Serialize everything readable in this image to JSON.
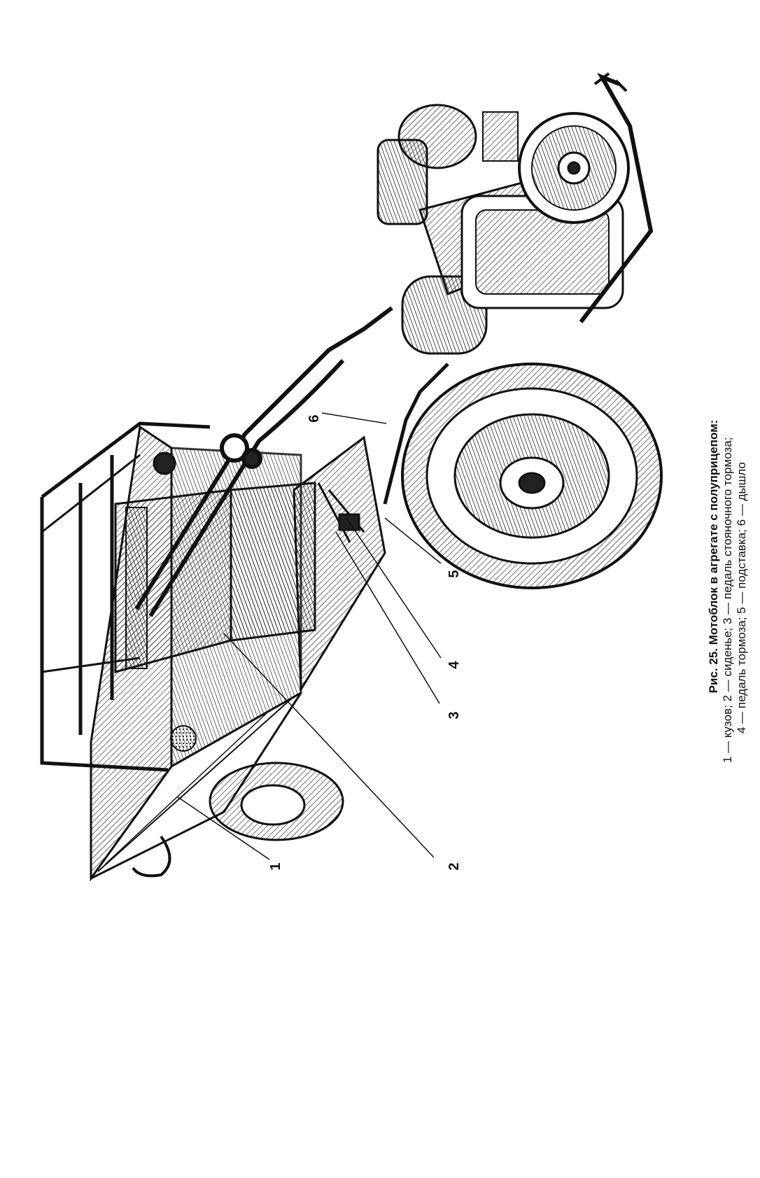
{
  "figure": {
    "caption_title": "Рис. 25. Мотоблок в агрегате с полуприцепом:",
    "caption_line_1": "1 — кузов; 2 — сиденье; 3 — педаль стояночного тормоза;",
    "caption_line_2": "4 — педаль тормоза; 5 — подставка; 6 — дышло",
    "callouts": [
      {
        "number": "1",
        "name": "кузов"
      },
      {
        "number": "2",
        "name": "сиденье"
      },
      {
        "number": "3",
        "name": "педаль стояночного тормоза"
      },
      {
        "number": "4",
        "name": "педаль тормоза"
      },
      {
        "number": "5",
        "name": "подставка"
      },
      {
        "number": "6",
        "name": "дышло"
      }
    ]
  }
}
